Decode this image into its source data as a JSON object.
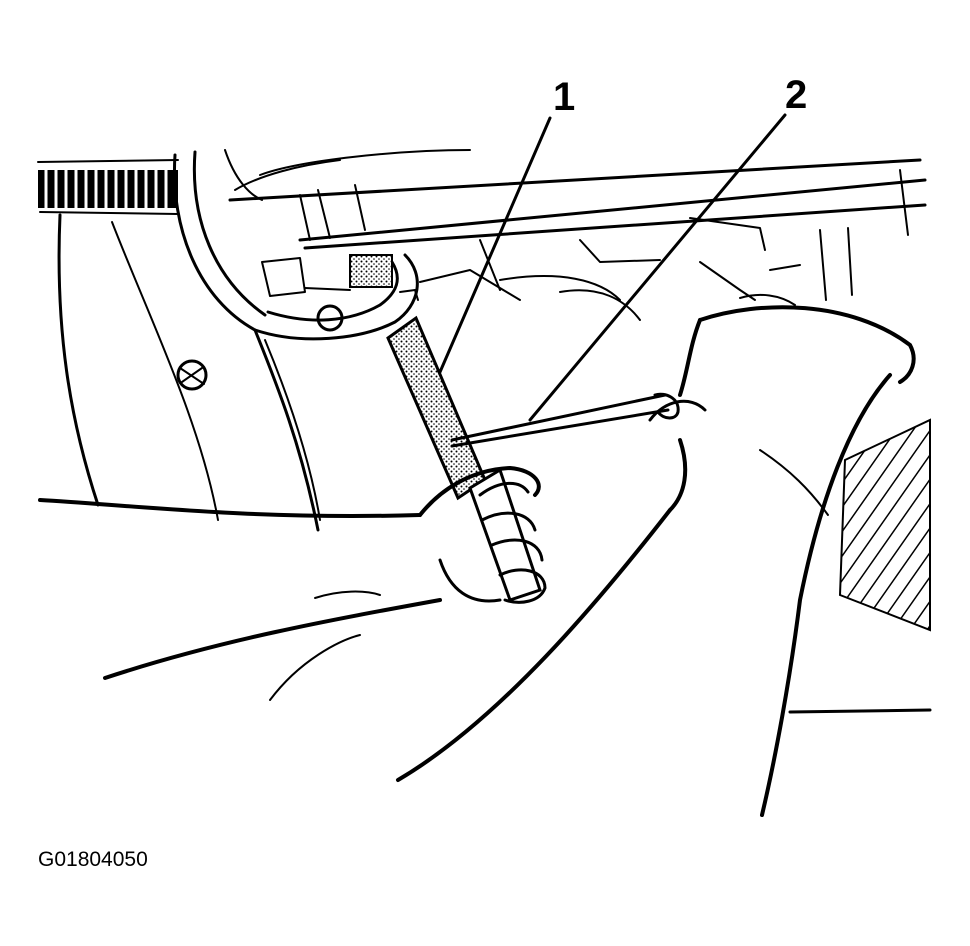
{
  "callouts": [
    {
      "label": "1"
    },
    {
      "label": "2"
    }
  ],
  "figure_id": "G01804050",
  "colors": {
    "ink": "#000000",
    "paper": "#ffffff"
  }
}
